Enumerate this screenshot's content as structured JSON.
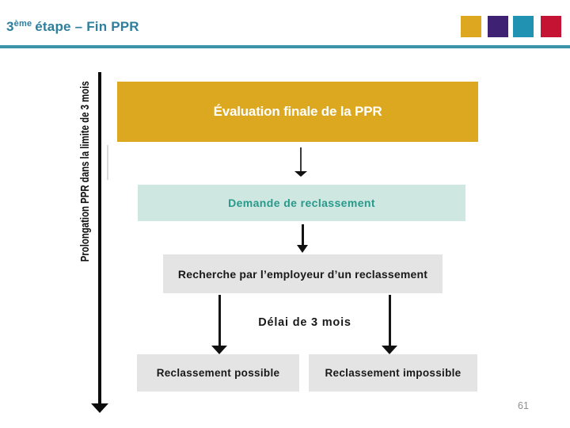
{
  "slide": {
    "title": {
      "base": "3",
      "sup": "ème",
      "rest": "étape – Fin PPR"
    },
    "page_number": "61"
  },
  "header": {
    "title_color": "#2E7E9D",
    "rule_color": "#3D93A8",
    "accent_squares": [
      {
        "name": "gold",
        "color": "#DDA820"
      },
      {
        "name": "purple",
        "color": "#3F2173"
      },
      {
        "name": "teal",
        "color": "#2292B2"
      },
      {
        "name": "red",
        "color": "#C41333"
      }
    ]
  },
  "flowchart": {
    "side_label": "Prolongation PPR dans la limite de 3 mois",
    "nodes": [
      {
        "id": "evaluation",
        "label": "Évaluation finale de la PPR",
        "bg": "#DCA81F",
        "fg": "#FFFFFF"
      },
      {
        "id": "demande",
        "label": "Demande de reclassement",
        "bg": "#CEE7E1",
        "fg": "#28998A"
      },
      {
        "id": "recherche",
        "label": "Recherche par l’employeur d’un reclassement",
        "bg": "#E4E4E4",
        "fg": "#191919"
      },
      {
        "id": "possible",
        "label": "Reclassement possible",
        "bg": "#E4E4E4",
        "fg": "#191919"
      },
      {
        "id": "impossible",
        "label": "Reclassement impossible",
        "bg": "#E4E4E4",
        "fg": "#191919"
      }
    ],
    "delay_label": "Délai de 3 mois"
  }
}
